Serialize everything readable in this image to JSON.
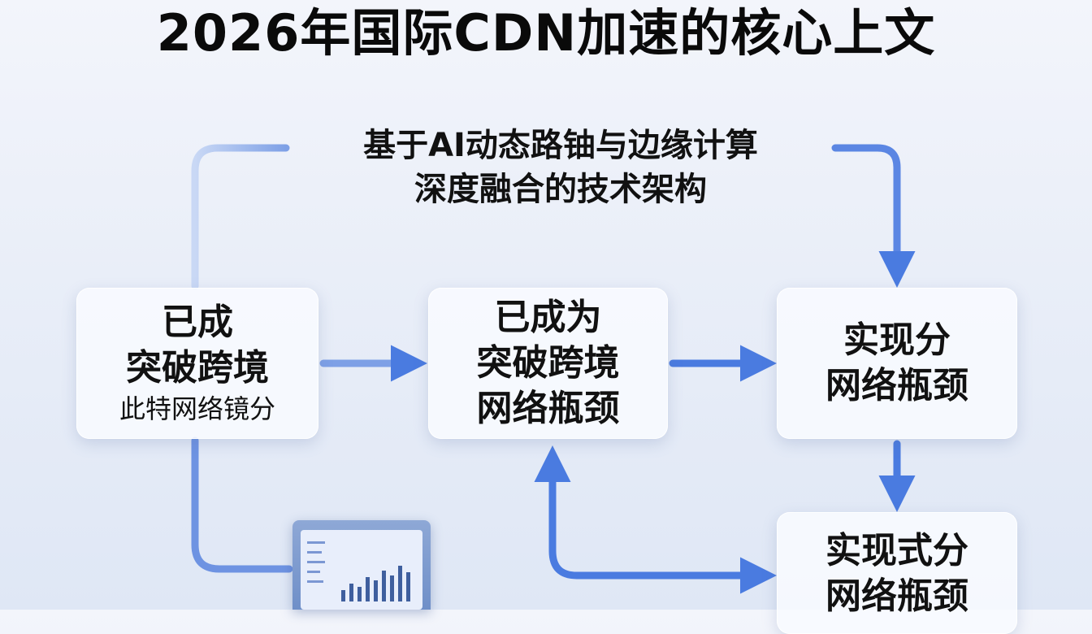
{
  "title": "2026年国际CDN加速的核心上文",
  "subtitle": {
    "line1": "基于AI动态路铀与边缘计算",
    "line2": "深度融合的技术架构"
  },
  "nodes": [
    {
      "line1": "已成",
      "line2": "突破跨境",
      "line3": "此特网络镜分"
    },
    {
      "line1": "已成为",
      "line2": "突破跨境",
      "line3": "网络瓶颈"
    },
    {
      "line1": "实现分",
      "line2": "网络瓶颈"
    },
    {
      "line1": "实现式分",
      "line2": "网络瓶颈"
    }
  ],
  "colors": {
    "arrow": "#4a7be0",
    "arrow_light": "#9bb8ee"
  }
}
